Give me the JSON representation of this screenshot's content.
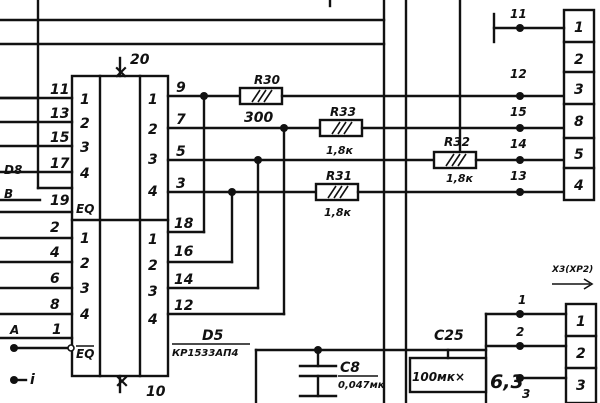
{
  "ic": {
    "power_pin": "20",
    "ground_pin": "10",
    "ref": "D5",
    "part": "КР1533АП4",
    "left_top_pins": [
      "11",
      "13",
      "15",
      "17",
      "19"
    ],
    "left_top_inputs": [
      "1",
      "2",
      "3",
      "4"
    ],
    "left_top_enable": "EQ",
    "right_top_pins": [
      "9",
      "7",
      "5",
      "3"
    ],
    "right_top_outputs": [
      "1",
      "2",
      "3",
      "4"
    ],
    "left_bottom_pins": [
      "2",
      "4",
      "6",
      "8",
      "1"
    ],
    "left_bottom_inputs": [
      "1",
      "2",
      "3",
      "4"
    ],
    "left_bottom_enable": "EQ",
    "right_bottom_pins": [
      "18",
      "16",
      "14",
      "12"
    ],
    "right_bottom_outputs": [
      "1",
      "2",
      "3",
      "4"
    ]
  },
  "left_edge": {
    "net_a": "D8",
    "net_b": "B",
    "net_c": "A",
    "net_d": "i"
  },
  "resistors": {
    "r30": {
      "ref": "R30",
      "value": "300"
    },
    "r33": {
      "ref": "R33",
      "value": "1,8к"
    },
    "r32": {
      "ref": "R32",
      "value": "1,8к"
    },
    "r31": {
      "ref": "R31",
      "value": "1,8к"
    }
  },
  "connector_top": {
    "pin_above": "11",
    "net_labels": [
      "12",
      "15",
      "14",
      "13"
    ],
    "cells": [
      "1",
      "2",
      "3",
      "8",
      "5",
      "4"
    ]
  },
  "connector_bottom": {
    "name": "X3(XP2)",
    "net_labels": [
      "1",
      "2",
      "3"
    ],
    "cells": [
      "1",
      "2",
      "3"
    ]
  },
  "capacitors": {
    "c8": {
      "ref": "C8",
      "value": "0,047мк"
    },
    "c25": {
      "ref": "C25",
      "value": "100мк×",
      "value2": "6,3"
    }
  }
}
